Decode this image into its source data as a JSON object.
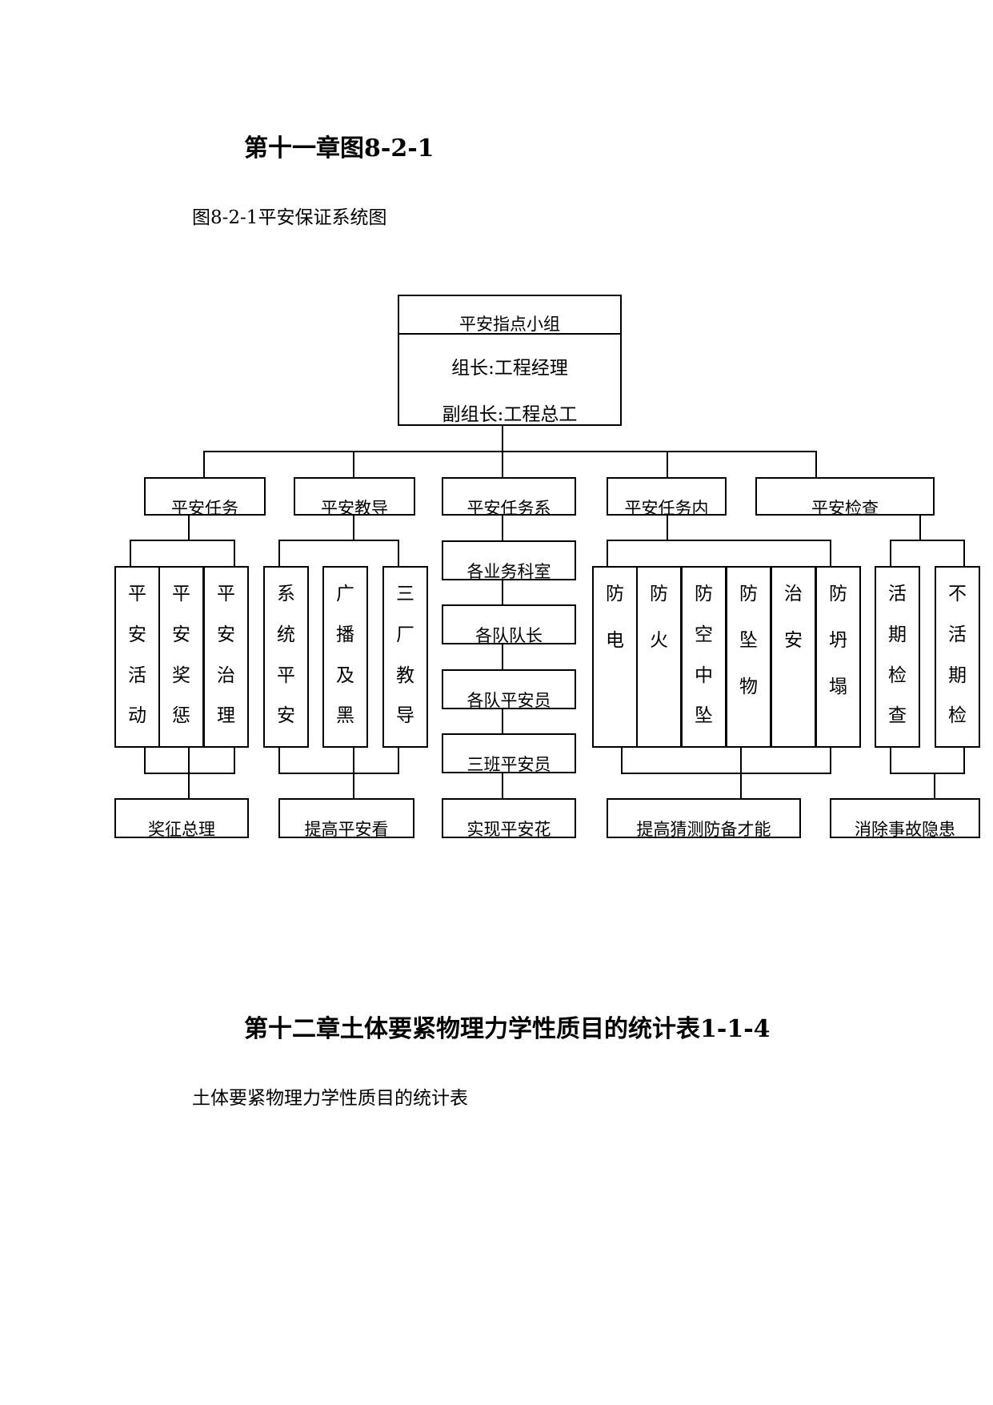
{
  "headings": {
    "chapter11": "第十一章图8-2-1",
    "figure_caption": "图8-2-1平安保证系统图",
    "chapter12": "第十二章土体要紧物理力学性质目的统计表1-1-4",
    "table_caption": "土体要紧物理力学性质目的统计表"
  },
  "diagram": {
    "top": {
      "title": "平安指点小组",
      "leader": "组长:工程经理",
      "deputy": "副组长:工程总工"
    },
    "level2": [
      "平安任务",
      "平安教导",
      "平安任务系",
      "平安任务内",
      "平安检查"
    ],
    "group1_children": [
      "平安活动",
      "平安奖惩",
      "平安治理"
    ],
    "group2_children": [
      "系统平安",
      "广播及黑",
      "三厂教导"
    ],
    "group3_chain": [
      "各业务科室",
      "各队队长",
      "各队平安员",
      "三班平安员"
    ],
    "group4_children": [
      "防电",
      "防火",
      "防空中坠",
      "防坠物",
      "治安",
      "防坍塌"
    ],
    "group5_children": [
      "活期检查",
      "不活期检"
    ],
    "bottom": [
      "奖征总理",
      "提高平安看",
      "实现平安花",
      "提高猜测防备才能",
      "消除事故隐患"
    ]
  }
}
